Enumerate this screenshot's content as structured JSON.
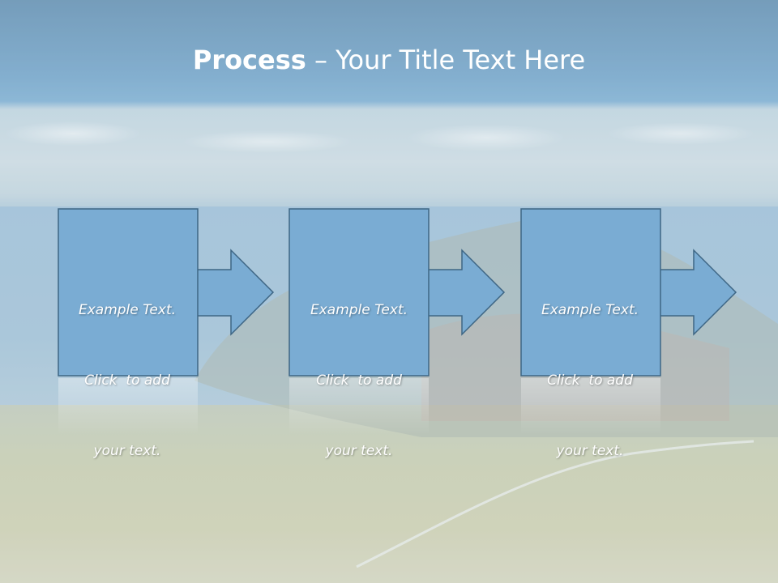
{
  "slide": {
    "title_bold": "Process",
    "title_rest": " – Your Title Text Here"
  },
  "process_steps": [
    {
      "line1": "Example Text.",
      "line2": "Click  to add",
      "line3": "your text."
    },
    {
      "line1": "Example Text.",
      "line2": "Click  to add",
      "line3": "your text."
    },
    {
      "line1": "Example Text.",
      "line2": "Click  to add",
      "line3": "your text."
    }
  ],
  "colors": {
    "box_fill": "#7aacd3",
    "box_stroke": "#3e6684",
    "title_text": "#ffffff"
  }
}
